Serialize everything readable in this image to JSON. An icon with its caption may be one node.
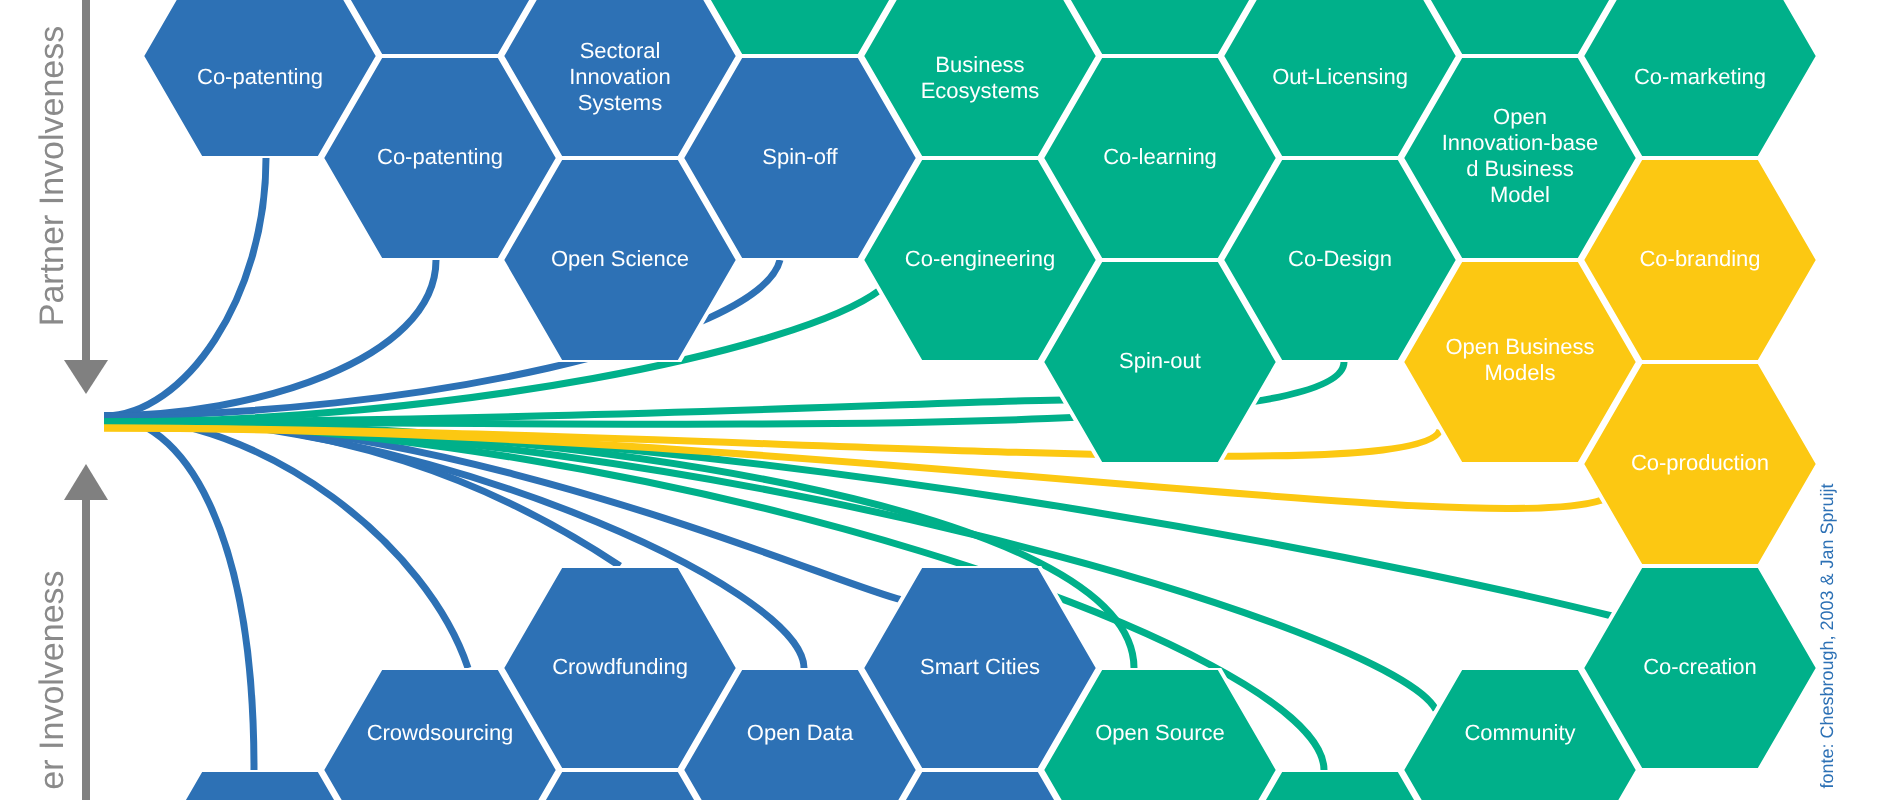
{
  "diagram": {
    "nodes": [
      {
        "text": [],
        "shape": "hexagon"
      },
      {
        "text": [],
        "shape": "hexagon"
      },
      {
        "text": [],
        "shape": "hexagon"
      },
      {
        "text": [],
        "shape": "hexagon"
      },
      {
        "text": [
          "Co-patenting"
        ]
      },
      {
        "text": [
          "Sectoral Innovation Systems"
        ]
      },
      {
        "text": [
          "Business Ecosystems"
        ]
      },
      {
        "text": [
          "Out-Licensing"
        ]
      },
      {
        "text": [
          "Co-marketing"
        ]
      },
      {
        "text": [
          "Co-patenting"
        ]
      },
      {
        "text": [
          "Spin-off"
        ]
      },
      {
        "text": [
          "Co-learning"
        ]
      },
      {
        "text": [
          "Open Innovation-base d Business Model"
        ]
      },
      {
        "text": [
          "Open Science"
        ]
      },
      {
        "text": [
          "Co-engineering"
        ]
      },
      {
        "text": [
          "Co-Design"
        ]
      },
      {
        "text": [
          "Co-branding"
        ]
      },
      {
        "text": [
          "Spin-out"
        ]
      },
      {
        "text": [
          "Open Business Models"
        ]
      },
      {
        "text": [
          "Co-production"
        ]
      },
      {
        "text": [
          "Crowdfunding"
        ]
      },
      {
        "text": [
          "Smart Cities"
        ]
      },
      {
        "text": [
          "Co-creation"
        ]
      },
      {
        "text": [
          "Crowdsourcing"
        ]
      },
      {
        "text": [
          "Open Data"
        ]
      },
      {
        "text": [
          "Open Source"
        ]
      },
      {
        "text": [
          "Community"
        ]
      },
      {
        "text": [],
        "shape": "hexagon"
      },
      {
        "text": [],
        "shape": "hexagon"
      },
      {
        "text": [],
        "shape": "hexagon"
      },
      {
        "text": [],
        "shape": "hexagon"
      }
    ],
    "edges": [
      {
        "from": null,
        "to": 4,
        "arrow": "none"
      },
      {
        "from": null,
        "to": 9,
        "arrow": "none"
      },
      {
        "from": null,
        "to": 10,
        "arrow": "none"
      },
      {
        "from": null,
        "to": 27,
        "arrow": "none"
      },
      {
        "from": null,
        "to": 23,
        "arrow": "none"
      },
      {
        "from": null,
        "to": 20,
        "arrow": "none"
      },
      {
        "from": null,
        "to": 24,
        "arrow": "none"
      },
      {
        "from": null,
        "to": 21,
        "arrow": "none"
      },
      {
        "from": null,
        "to": 14,
        "arrow": "none",
        "color": "#00b08a"
      },
      {
        "from": null,
        "to": 17,
        "arrow": "none",
        "color": "#00b08a"
      },
      {
        "from": null,
        "to": 15,
        "arrow": "none",
        "color": "#00b08a"
      },
      {
        "from": null,
        "to": 25,
        "arrow": "none",
        "color": "#00b08a"
      },
      {
        "from": null,
        "to": 30,
        "arrow": "none",
        "color": "#00b08a"
      },
      {
        "from": null,
        "to": 26,
        "arrow": "none",
        "color": "#00b08a"
      },
      {
        "from": null,
        "to": 22,
        "arrow": "none",
        "color": "#00b08a"
      },
      {
        "from": null,
        "to": 18,
        "arrow": "none",
        "color": "#fcc812"
      },
      {
        "from": null,
        "to": 19,
        "arrow": "none",
        "color": "#fcc812"
      }
    ],
    "labels": [
      "Partner Involveness",
      "er Involveness",
      "fonte: Chesbrough, 2003 & Jan Spruijt"
    ]
  }
}
